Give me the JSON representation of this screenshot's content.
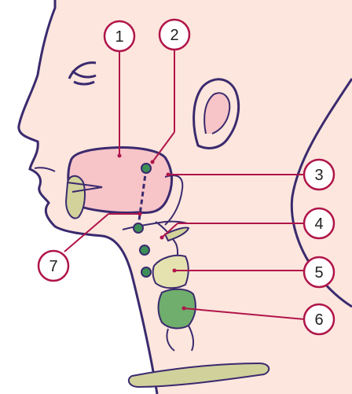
{
  "colors": {
    "skin": "#fde6dd",
    "outline": "#3a2a6e",
    "cavity": "#f7c4c8",
    "leader": "#b0154a",
    "node": "#3d8f57",
    "tongue": "#d2d29a",
    "larynx": "#e6e2b0",
    "trachea": "#6fae6c",
    "bone": "#d1d19c",
    "badge_fill": "#ffffff",
    "text": "#222222"
  },
  "labels": [
    {
      "id": "1",
      "text": "1"
    },
    {
      "id": "2",
      "text": "2"
    },
    {
      "id": "3",
      "text": "3"
    },
    {
      "id": "4",
      "text": "4"
    },
    {
      "id": "5",
      "text": "5"
    },
    {
      "id": "6",
      "text": "6"
    },
    {
      "id": "7",
      "text": "7"
    }
  ]
}
